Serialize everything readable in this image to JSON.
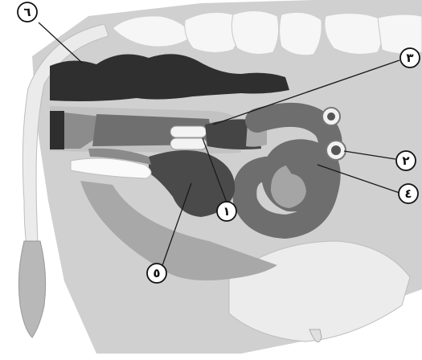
{
  "colors": {
    "background": "#ffffff",
    "body_light": "#e6e6e6",
    "body_mid": "#c8c8c8",
    "body_dark": "#9a9a9a",
    "organ_dark": "#555555",
    "organ_black": "#2e2e2e",
    "bone": "#f4f4f4",
    "outline": "#1a1a1a"
  },
  "callouts": [
    {
      "id": "label-1",
      "text": "١"
    },
    {
      "id": "label-2",
      "text": "٢"
    },
    {
      "id": "label-3",
      "text": "٣"
    },
    {
      "id": "label-4",
      "text": "٤"
    },
    {
      "id": "label-5",
      "text": "٥"
    },
    {
      "id": "label-6",
      "text": "٦"
    }
  ]
}
